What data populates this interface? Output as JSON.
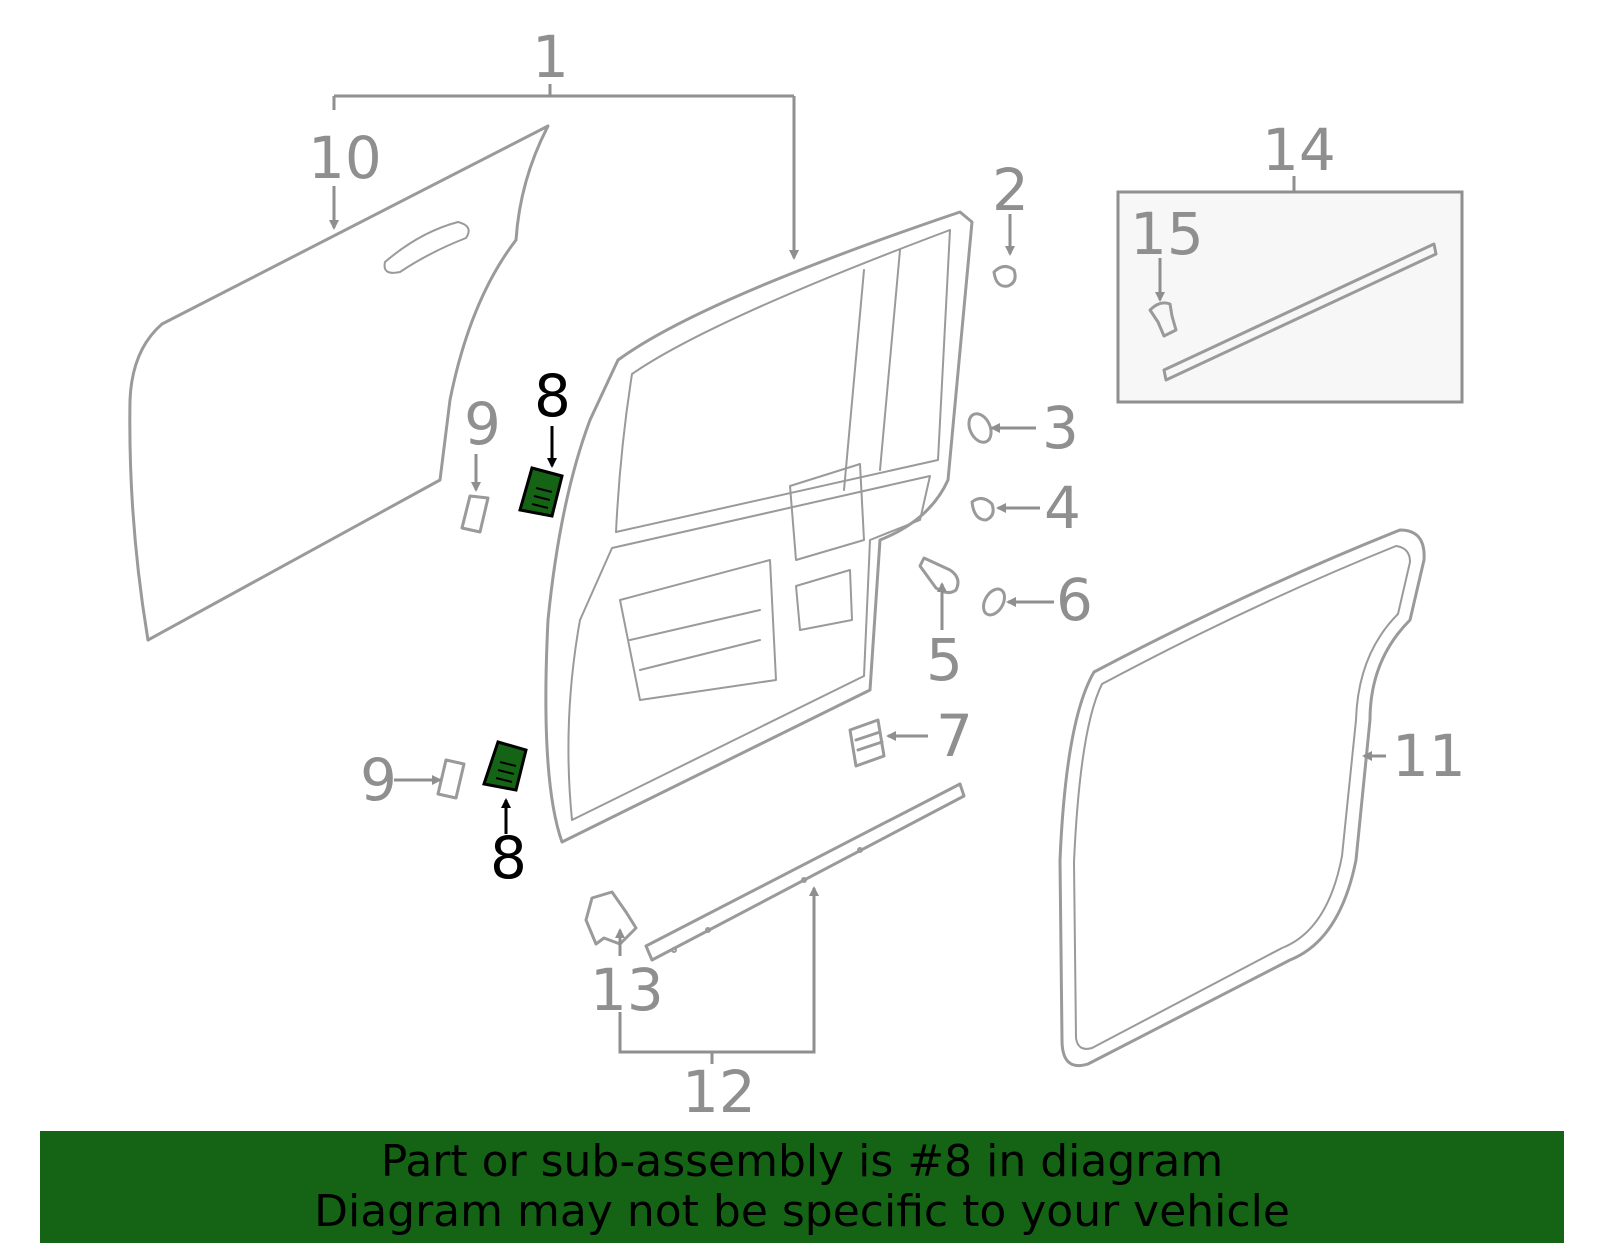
{
  "callouts": {
    "c1": "1",
    "c2": "2",
    "c3": "3",
    "c4": "4",
    "c5": "5",
    "c6": "6",
    "c7": "7",
    "c8a": "8",
    "c8b": "8",
    "c9a": "9",
    "c9b": "9",
    "c10": "10",
    "c11": "11",
    "c12": "12",
    "c13": "13",
    "c14": "14",
    "c15": "15"
  },
  "highlight": {
    "part_number": "8",
    "color": "#156415"
  },
  "banner": {
    "line1": "Part or sub-assembly is #8 in diagram",
    "line2": "Diagram may not be specific to your vehicle"
  }
}
